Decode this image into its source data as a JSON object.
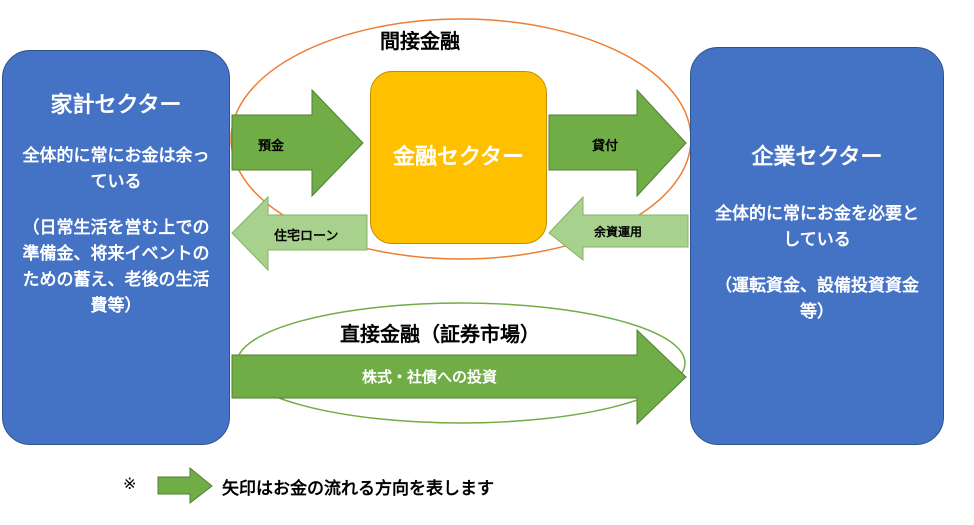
{
  "indirect_finance": {
    "label": "間接金融"
  },
  "direct_finance": {
    "label": "直接金融（証券市場）"
  },
  "household": {
    "title": "家計セクター",
    "desc": "全体的に常にお金は余っている",
    "detail": "（日常生活を営む上での準備金、将来イベントのための蓄え、老後の生活費等）"
  },
  "finance_sector": {
    "title": "金融セクター"
  },
  "enterprise": {
    "title": "企業セクター",
    "desc": "全体的に常にお金を必要としている",
    "detail": "（運転資金、設備投資資金等）"
  },
  "arrows": {
    "deposit": "預金",
    "housing_loan": "住宅ローン",
    "lending": "貸付",
    "surplus_investment": "余資運用",
    "stock_bond": "株式・社債への投資"
  },
  "legend": {
    "mark": "※",
    "text": "矢印はお金の流れる方向を表します"
  },
  "colors": {
    "arrow_dark": "#70ad47",
    "arrow_light": "#a9d18e",
    "sector_blue": "#4472c4",
    "finance_yellow": "#ffc000",
    "ellipse_indirect": "#ed7d31",
    "ellipse_direct": "#70ad47"
  }
}
